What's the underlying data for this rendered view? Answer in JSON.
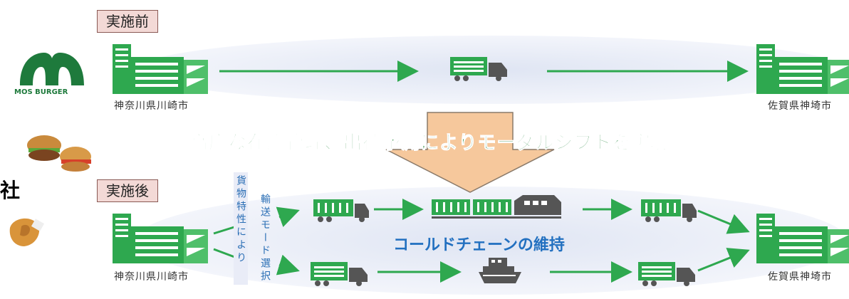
{
  "before": {
    "label": "実施前",
    "origin": "神奈川県川崎市",
    "destination": "佐賀県神埼市"
  },
  "after": {
    "label": "実施後",
    "origin": "神奈川県川崎市",
    "destination": "佐賀県神埼市",
    "note_cargo": "貨物特性により",
    "note_mode": "輸送モード選択",
    "center_text": "コールドチェーンの維持"
  },
  "headline": "高度な在庫管理、出荷予測によりモーダルシフトを実現",
  "brand": {
    "logo_text": "MOS BURGER"
  },
  "side_text": "社",
  "colors": {
    "green": "#2ea84f",
    "dark_green": "#1e7a3c",
    "ellipse": "#e8ecf6",
    "arrow_orange": "#f6c89c",
    "tag_bg": "#f3d9d6",
    "blue_text": "#2270c0"
  }
}
